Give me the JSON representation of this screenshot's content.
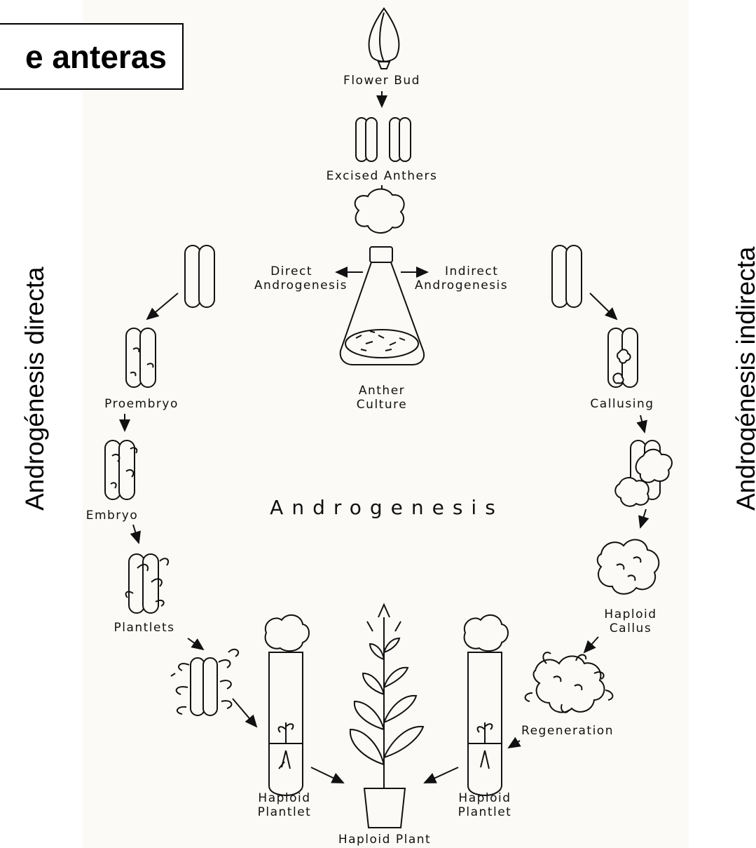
{
  "title": "e anteras",
  "side_left": "Androgénesis directa",
  "side_right": "Androgénesis indirecta",
  "center_title": "Androgenesis",
  "labels": {
    "flower_bud": "Flower Bud",
    "excised_anthers": "Excised Anthers",
    "direct_1": "Direct",
    "direct_2": "Androgenesis",
    "indirect_1": "Indirect",
    "indirect_2": "Androgenesis",
    "anther_culture_1": "Anther",
    "anther_culture_2": "Culture",
    "proembryo": "Proembryo",
    "embryo": "Embryo",
    "plantlets": "Plantlets",
    "callusing": "Callusing",
    "haploid_callus_1": "Haploid",
    "haploid_callus_2": "Callus",
    "regeneration": "Regeneration",
    "haploid_plantlet_left_1": "Haploid",
    "haploid_plantlet_left_2": "Plantlet",
    "haploid_plantlet_right_1": "Haploid",
    "haploid_plantlet_right_2": "Plantlet",
    "haploid_plant": "Haploid Plant"
  },
  "icons": {
    "flower_bud": "flower-bud-icon",
    "anthers": "anther-pair-icon",
    "flask": "culture-flask-icon",
    "callus": "callus-icon",
    "test_tube": "test-tube-icon",
    "plant": "potted-plant-icon"
  }
}
